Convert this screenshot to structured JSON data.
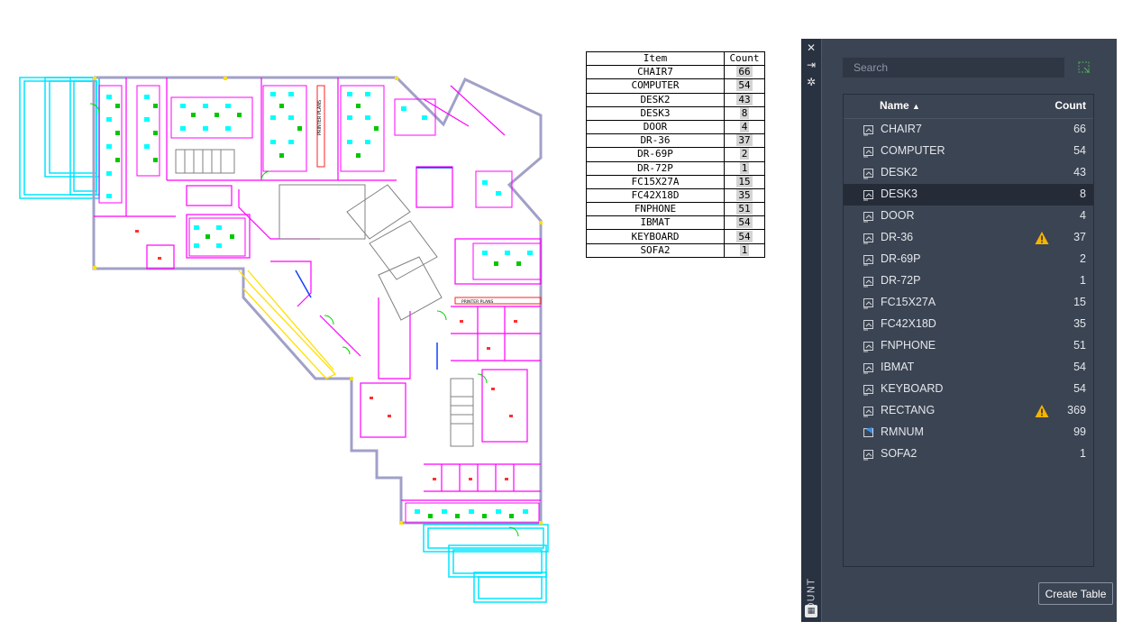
{
  "table": {
    "header": {
      "item": "Item",
      "count": "Count"
    },
    "rows": [
      {
        "item": "CHAIR7",
        "count": "66"
      },
      {
        "item": "COMPUTER",
        "count": "54"
      },
      {
        "item": "DESK2",
        "count": "43"
      },
      {
        "item": "DESK3",
        "count": "8"
      },
      {
        "item": "DOOR",
        "count": "4"
      },
      {
        "item": "DR-36",
        "count": "37"
      },
      {
        "item": "DR-69P",
        "count": "2"
      },
      {
        "item": "DR-72P",
        "count": "1"
      },
      {
        "item": "FC15X27A",
        "count": "15"
      },
      {
        "item": "FC42X18D",
        "count": "35"
      },
      {
        "item": "FNPHONE",
        "count": "51"
      },
      {
        "item": "IBMAT",
        "count": "54"
      },
      {
        "item": "KEYBOARD",
        "count": "54"
      },
      {
        "item": "SOFA2",
        "count": "1"
      }
    ]
  },
  "panel": {
    "strip_label": "COUNT",
    "icons": {
      "close": "close-icon",
      "pin": "pin-icon",
      "settings": "settings-icon"
    },
    "search_placeholder": "Search",
    "columns": {
      "name": "Name",
      "count": "Count"
    },
    "sort_indicator": "▲",
    "items": [
      {
        "name": "CHAIR7",
        "count": "66",
        "warning": false,
        "selected": false
      },
      {
        "name": "COMPUTER",
        "count": "54",
        "warning": false,
        "selected": false
      },
      {
        "name": "DESK2",
        "count": "43",
        "warning": false,
        "selected": false
      },
      {
        "name": "DESK3",
        "count": "8",
        "warning": false,
        "selected": true
      },
      {
        "name": "DOOR",
        "count": "4",
        "warning": false,
        "selected": false
      },
      {
        "name": "DR-36",
        "count": "37",
        "warning": true,
        "selected": false
      },
      {
        "name": "DR-69P",
        "count": "2",
        "warning": false,
        "selected": false
      },
      {
        "name": "DR-72P",
        "count": "1",
        "warning": false,
        "selected": false
      },
      {
        "name": "FC15X27A",
        "count": "15",
        "warning": false,
        "selected": false
      },
      {
        "name": "FC42X18D",
        "count": "35",
        "warning": false,
        "selected": false
      },
      {
        "name": "FNPHONE",
        "count": "51",
        "warning": false,
        "selected": false
      },
      {
        "name": "IBMAT",
        "count": "54",
        "warning": false,
        "selected": false
      },
      {
        "name": "KEYBOARD",
        "count": "54",
        "warning": false,
        "selected": false
      },
      {
        "name": "RECTANG",
        "count": "369",
        "warning": true,
        "selected": false
      },
      {
        "name": "RMNUM",
        "count": "99",
        "warning": false,
        "selected": false
      },
      {
        "name": "SOFA2",
        "count": "1",
        "warning": false,
        "selected": false
      }
    ],
    "create_table_label": "Create Table"
  },
  "colors": {
    "panel_bg": "#3b4453",
    "selected_row": "#252c38",
    "warning": "#f5b400",
    "wall": "#ff00ff",
    "glazing": "#00ffff",
    "furniture": "#ffff00"
  },
  "drawing": {
    "stair_label": "PRINTER PLANS",
    "copy_label": "PRINTER PLANS"
  }
}
